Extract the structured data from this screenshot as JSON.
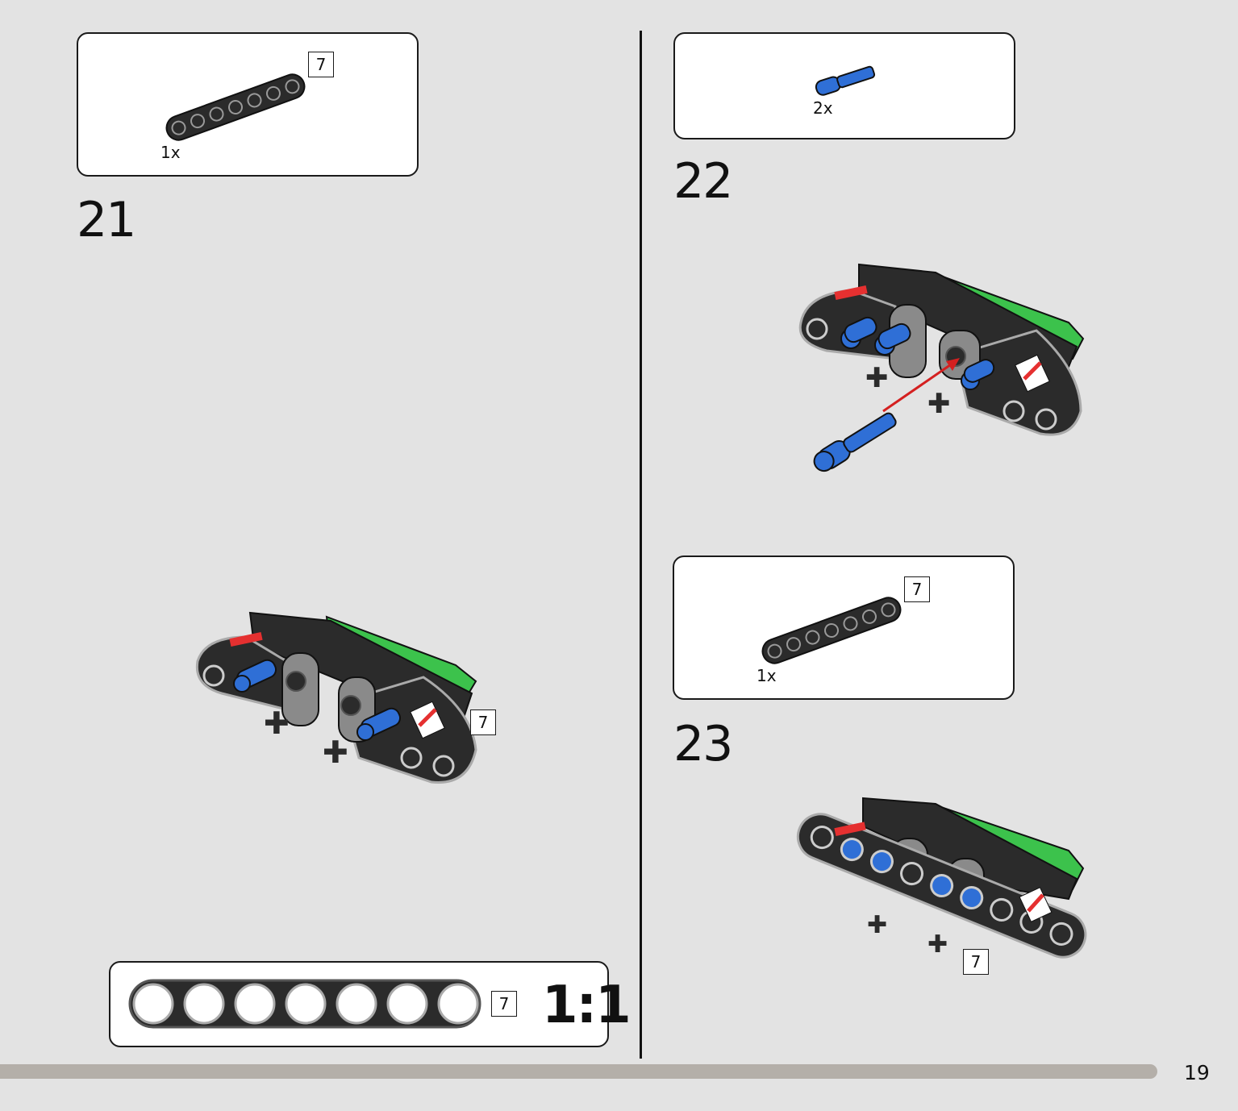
{
  "page_number": "19",
  "steps": [
    {
      "number": "21",
      "parts": [
        {
          "quantity": "1x",
          "part": "liftarm-beam-icon",
          "length": "7"
        }
      ],
      "model_callout_length": "7"
    },
    {
      "number": "22",
      "parts": [
        {
          "quantity": "2x",
          "part": "blue-axle-pin-icon"
        }
      ]
    },
    {
      "number": "23",
      "parts": [
        {
          "quantity": "1x",
          "part": "liftarm-beam-icon",
          "length": "7"
        }
      ],
      "model_callout_length": "7"
    }
  ],
  "scale_reference": {
    "length": "7",
    "ratio": "1:1",
    "hole_count": 7
  },
  "colors": {
    "background": "#e3e3e3",
    "beam_black": "#2b2b2b",
    "beam_green": "#3cc24c",
    "pin_blue": "#2f6fd6",
    "arrow_red": "#d42020",
    "progress_bar": "#b4afa9"
  }
}
